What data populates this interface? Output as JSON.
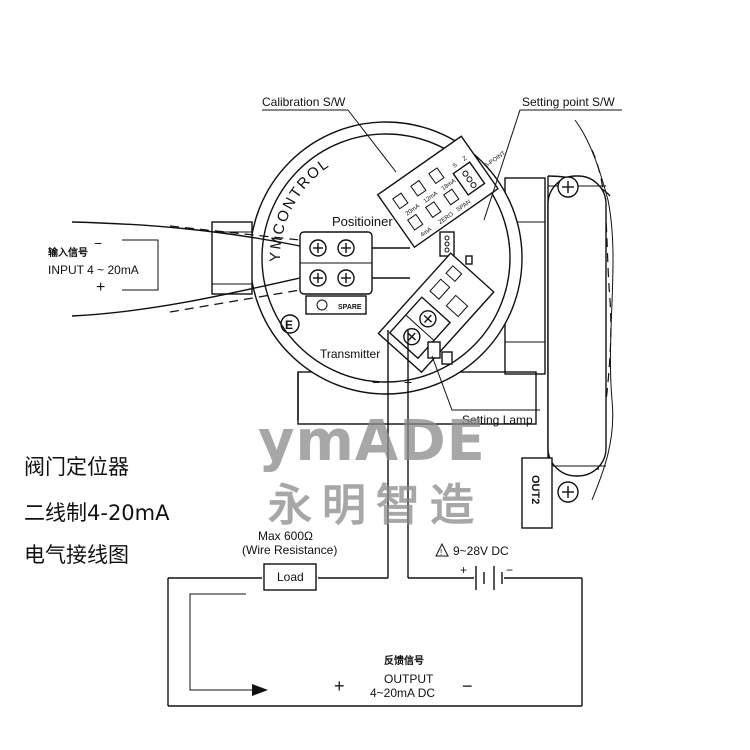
{
  "labels": {
    "calibration_sw": "Calibration S/W",
    "setting_point_sw": "Setting point S/W",
    "ymcontrol": "YMCONTROL",
    "positioner": "Positioiner",
    "transmitter": "Transmitter",
    "setting_lamp": "Setting Lamp",
    "input_cn": "输入信号",
    "input": "INPUT 4 ~ 20mA",
    "max_res": "Max 600Ω",
    "wire_res": "(Wire Resistance)",
    "load": "Load",
    "supply": "9~28V DC",
    "output_cn": "反馈信号",
    "output": "OUTPUT",
    "output_range": "4~20mA DC",
    "out2": "OUT2",
    "spare": "SPARE",
    "e": "E",
    "plus": "+",
    "minus": "−",
    "warn": "!",
    "sw_20ma": "20mA",
    "sw_12ma": "12mA",
    "sw_18ma": "18mA",
    "sw_4ma": "4mA",
    "sw_zero": "ZERO",
    "sw_span": "SPAN",
    "sw_point": "S-POINT",
    "sw_s": "S",
    "sw_z": "Z"
  },
  "side_text": {
    "line1": "阀门定位器",
    "line2": "二线制4-20mA",
    "line3": "电气接线图"
  },
  "watermark": {
    "brand": "ymADE",
    "cn": "永明智造"
  }
}
